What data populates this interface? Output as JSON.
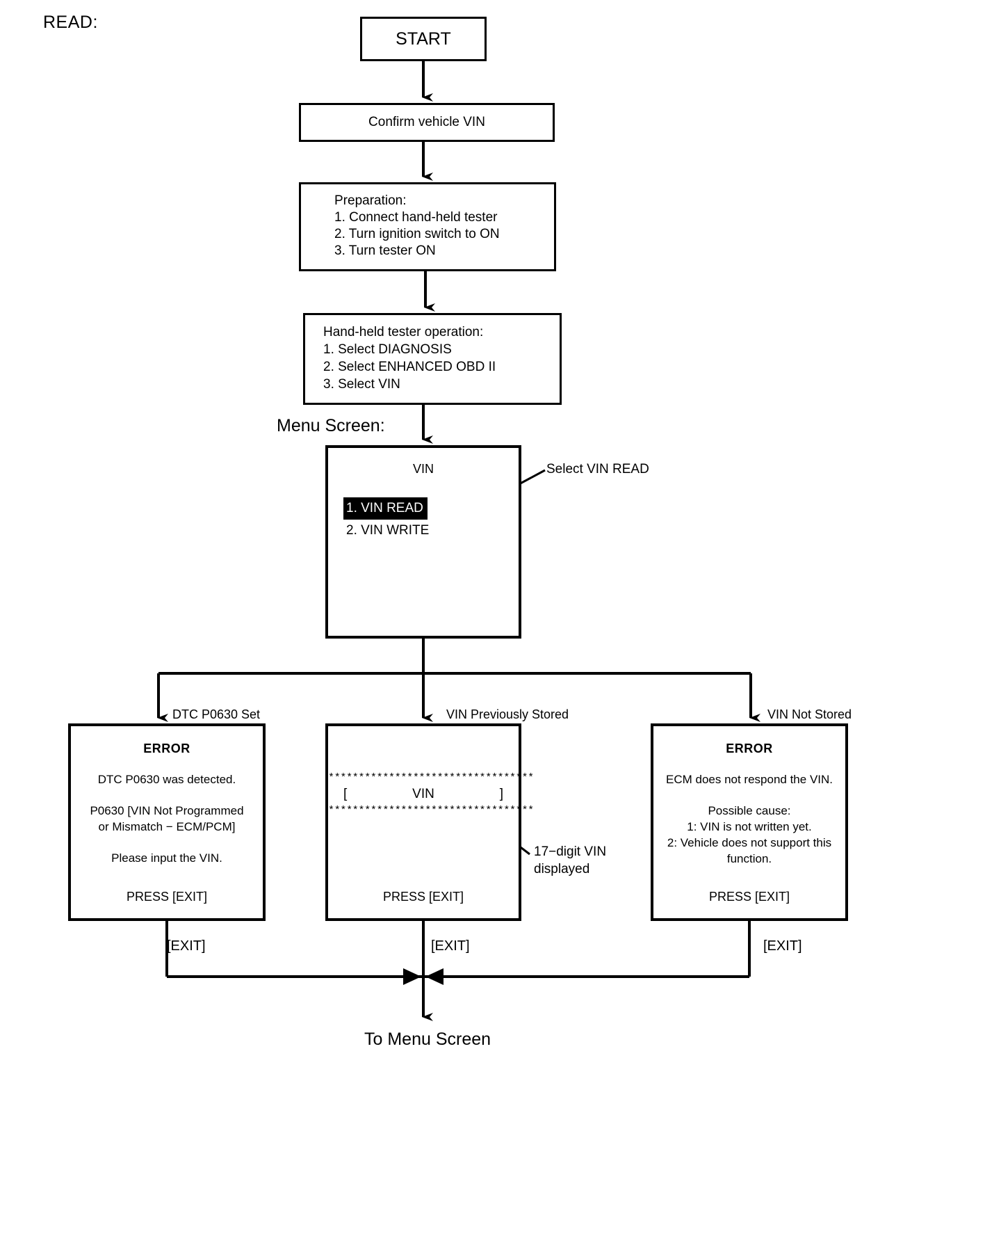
{
  "page": {
    "heading": "READ:",
    "menu_screen_label": "Menu Screen:",
    "footer": "To Menu Screen"
  },
  "flow": {
    "start": "START",
    "confirm": "Confirm vehicle VIN",
    "preparation": {
      "title": "Preparation:",
      "steps": [
        "1. Connect hand-held tester",
        "2. Turn ignition switch to ON",
        "3. Turn tester ON"
      ]
    },
    "tester_operation": {
      "title": "Hand-held tester operation:",
      "steps": [
        "1. Select DIAGNOSIS",
        "2. Select ENHANCED OBD II",
        "3. Select VIN"
      ]
    }
  },
  "menu_screen": {
    "title": "VIN",
    "items": [
      {
        "label": "1. VIN READ",
        "selected": true
      },
      {
        "label": "2. VIN WRITE",
        "selected": false
      }
    ],
    "callout": "Select VIN READ"
  },
  "branches": [
    {
      "label": "DTC P0630 Set",
      "exit": "[EXIT]"
    },
    {
      "label": "VIN Previously Stored",
      "exit": "[EXIT]"
    },
    {
      "label": "VIN Not Stored",
      "exit": "[EXIT]"
    }
  ],
  "result_error_p0630": {
    "heading": "ERROR",
    "line1": "DTC P0630 was detected.",
    "line2a": "P0630  [VIN Not Programmed",
    "line2b": "or Mismatch − ECM/PCM]",
    "line3": "Please input the VIN.",
    "press": "PRESS [EXIT]"
  },
  "result_vin_stored": {
    "stars_top": "**********************************",
    "bracket_open": "[",
    "vin_text": "VIN",
    "bracket_close": "]",
    "stars_bottom": "**********************************",
    "press": "PRESS [EXIT]",
    "callout_line1": "17−digit VIN",
    "callout_line2": "displayed"
  },
  "result_no_vin": {
    "heading": "ERROR",
    "line1": "ECM does not respond the VIN.",
    "cause_title": "Possible cause:",
    "cause1": "1: VIN is not written yet.",
    "cause2a": "2: Vehicle does not support this",
    "cause2b": "function.",
    "press": "PRESS [EXIT]"
  },
  "colors": {
    "ink": "#000000",
    "paper": "#ffffff",
    "highlight_bg": "#000000",
    "highlight_fg": "#ffffff"
  }
}
